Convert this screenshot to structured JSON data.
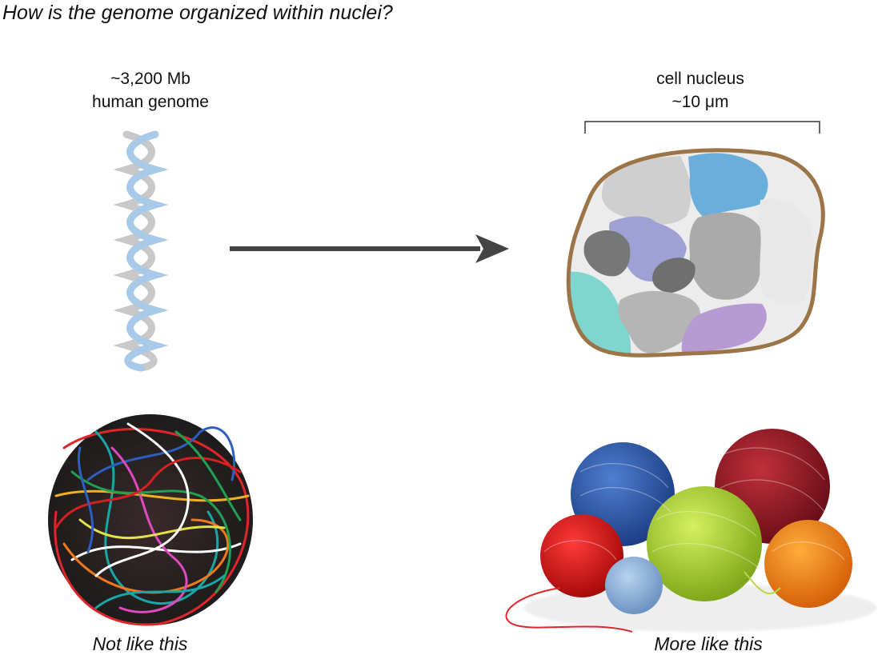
{
  "question": "How is the genome organized within nuclei?",
  "genome": {
    "line1": "~3,200 Mb",
    "line2": "human genome"
  },
  "nucleus": {
    "line1": "cell nucleus",
    "line2": "~10 μm"
  },
  "captions": {
    "left": "Not like this",
    "right": "More like this"
  },
  "colors": {
    "dna": "#a9c9e8",
    "dna_back": "#c8c8c8",
    "arrow": "#444444",
    "membrane": "#9b7448",
    "nucleoplasm": "#ececec",
    "territory_blue": "#6aaedb",
    "territory_lavender": "#9fa0d4",
    "territory_teal": "#7fd6cf",
    "territory_purple": "#b79ad2",
    "territory_darkgray": "#777777",
    "territory_gray": "#aaaaaa",
    "territory_lightgray": "#cfcfcf"
  },
  "icons": {
    "dna": "dna-double-helix-icon",
    "arrow": "right-arrow-icon",
    "tangled": "tangled-yarn-ball-image",
    "balls": "yarn-balls-image"
  }
}
